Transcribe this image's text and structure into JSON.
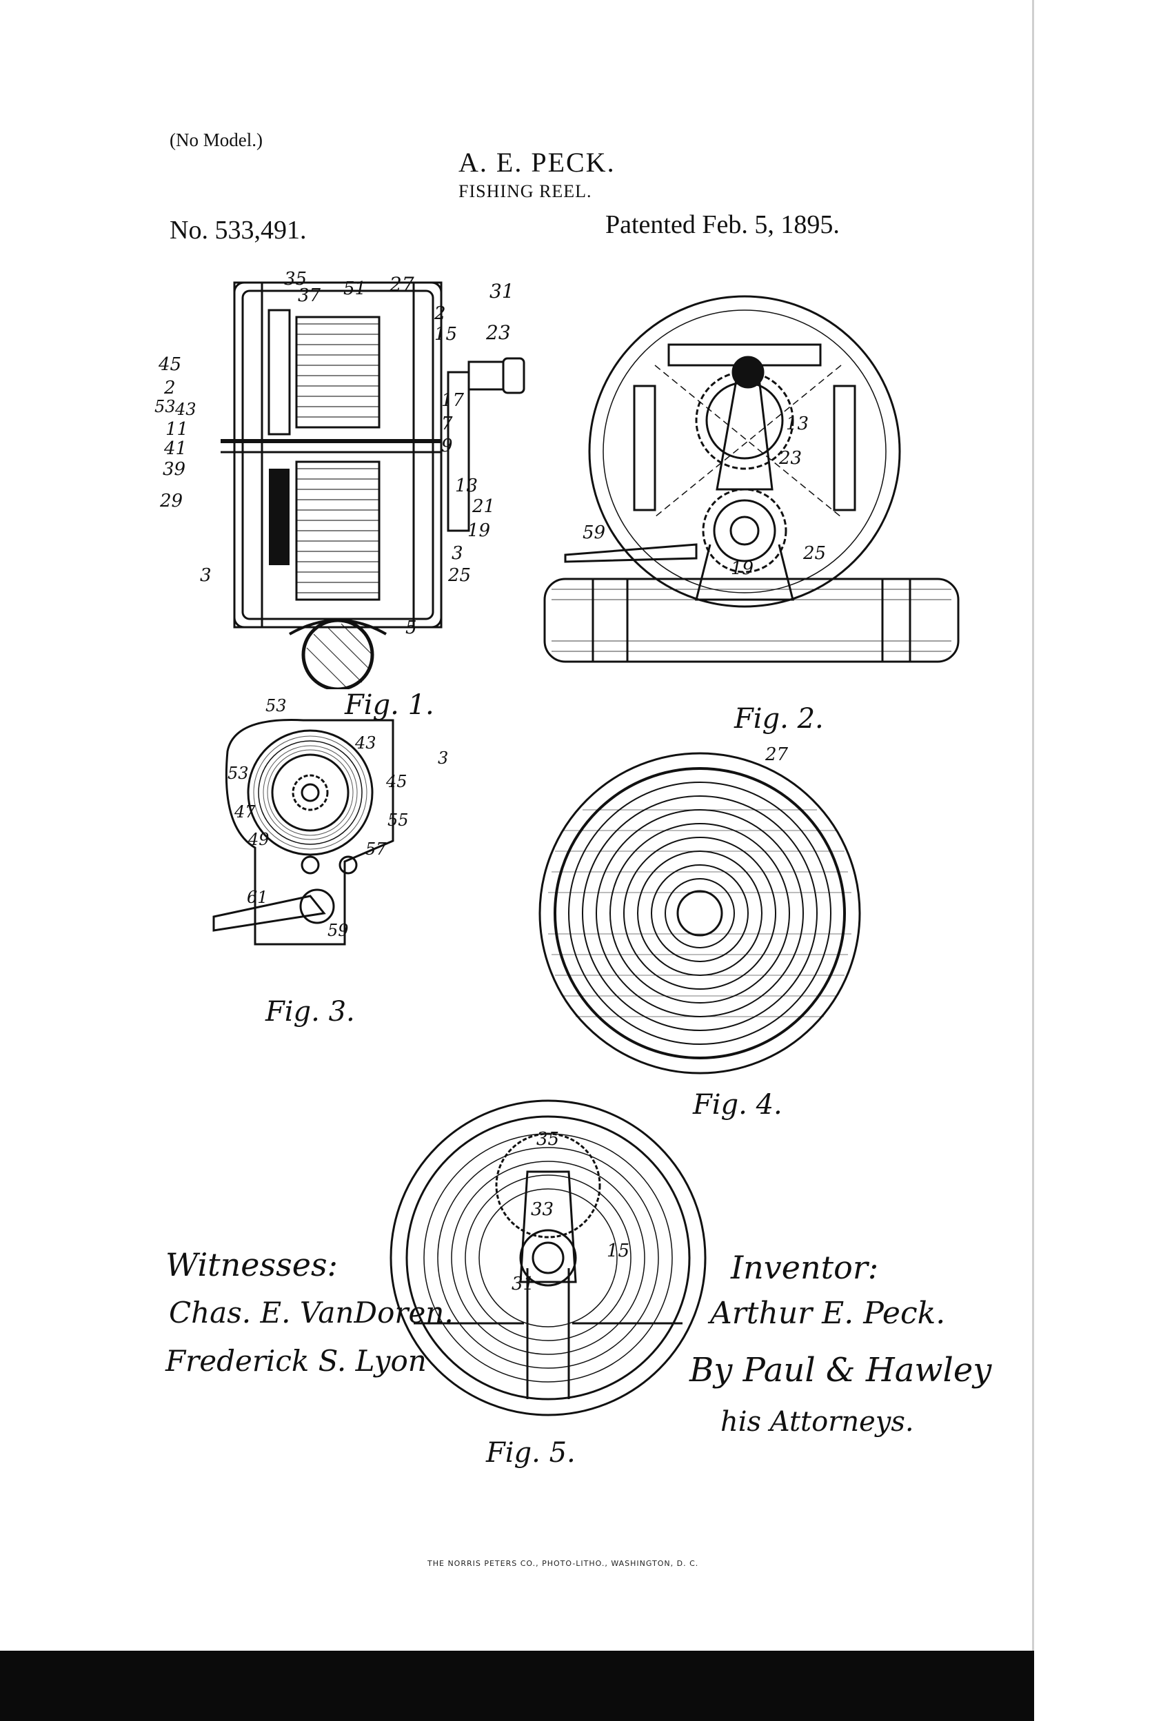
{
  "header": {
    "model_note": "(No Model.)",
    "inventor_name": "A. E. PECK.",
    "title": "FISHING REEL.",
    "patent_number": "No. 533,491.",
    "patent_date": "Patented Feb. 5, 1895."
  },
  "figures": {
    "fig1": {
      "caption": "Fig. 1.",
      "refs": [
        "35",
        "37",
        "51",
        "27",
        "31",
        "2",
        "15",
        "23",
        "45",
        "2",
        "53",
        "43",
        "17",
        "11",
        "7",
        "41",
        "9",
        "39",
        "13",
        "29",
        "21",
        "19",
        "3",
        "3",
        "25",
        "5"
      ]
    },
    "fig2": {
      "caption": "Fig. 2.",
      "refs": [
        "13",
        "23",
        "59",
        "25",
        "19"
      ]
    },
    "fig3": {
      "caption": "Fig. 3.",
      "refs": [
        "53",
        "43",
        "3",
        "53",
        "45",
        "47",
        "55",
        "49",
        "57",
        "61",
        "59"
      ]
    },
    "fig4": {
      "caption": "Fig. 4.",
      "refs": [
        "27"
      ]
    },
    "fig5": {
      "caption": "Fig. 5.",
      "refs": [
        "35",
        "33",
        "15",
        "31"
      ]
    }
  },
  "signatures": {
    "witnesses_label": "Witnesses:",
    "witness_1": "Chas. E. VanDoren.",
    "witness_2": "Frederick S. Lyon",
    "inventor_label": "Inventor:",
    "inventor_signature": "Arthur E. Peck.",
    "by_line": "By Paul & Hawley",
    "attorneys": "his Attorneys."
  },
  "imprint": "THE NORRIS PETERS CO., PHOTO-LITHO., WASHINGTON, D. C."
}
